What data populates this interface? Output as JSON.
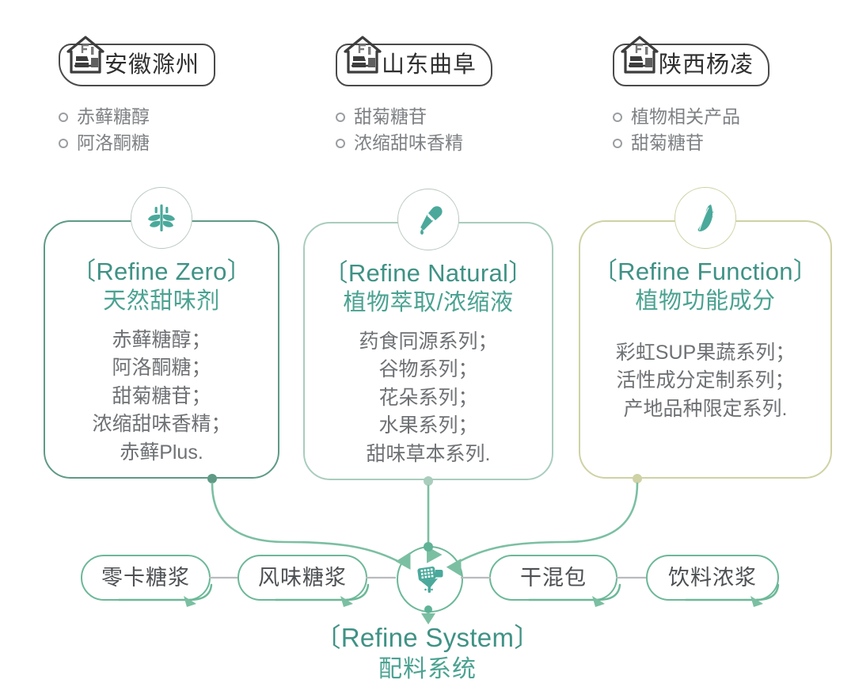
{
  "colors": {
    "teal": "#3f9285",
    "teal_light": "#4aa291",
    "green_border": "#5e9a86",
    "green_border_light": "#a9cdbd",
    "olive_border": "#cfd2a4",
    "pill_border": "#6cb898",
    "icon_teal": "#4aa99b",
    "body_gray": "#6e7174",
    "label_gray": "#7e8184",
    "badge_outline": "#4a4a4a"
  },
  "regions": [
    {
      "name": "安徽滁州",
      "icon": "factory-icon",
      "items": [
        "赤藓糖醇",
        "阿洛酮糖"
      ]
    },
    {
      "name": "山东曲阜",
      "icon": "factory-icon",
      "items": [
        "甜菊糖苷",
        "浓缩甜味香精"
      ]
    },
    {
      "name": "陕西杨凌",
      "icon": "factory-icon",
      "items": [
        "植物相关产品",
        "甜菊糖苷"
      ]
    }
  ],
  "cards": [
    {
      "icon": "wheat-icon",
      "title_en": "〔Refine Zero〕",
      "title_cn": "天然甜味剂",
      "lines": [
        "赤藓糖醇；",
        "阿洛酮糖；",
        "甜菊糖苷；",
        "浓缩甜味香精；",
        "赤藓Plus."
      ]
    },
    {
      "icon": "dropper-icon",
      "title_en": "〔Refine Natural〕",
      "title_cn": "植物萃取/浓缩液",
      "lines": [
        "药食同源系列；",
        "谷物系列；",
        "花朵系列；",
        "水果系列；",
        "甜味草本系列."
      ]
    },
    {
      "icon": "feather-leaf-icon",
      "title_en": "〔Refine Function〕",
      "title_cn": "植物功能成分",
      "lines": [
        "彩虹SUP果蔬系列；",
        "活性成分定制系列；",
        "产地品种限定系列."
      ]
    }
  ],
  "pills": [
    {
      "label": "零卡糖浆"
    },
    {
      "label": "风味糖浆"
    },
    {
      "label": "干混包"
    },
    {
      "label": "饮料浓浆"
    }
  ],
  "center": {
    "icon": "dispenser-icon"
  },
  "system": {
    "title_en": "〔Refine System〕",
    "title_cn": "配料系统"
  }
}
